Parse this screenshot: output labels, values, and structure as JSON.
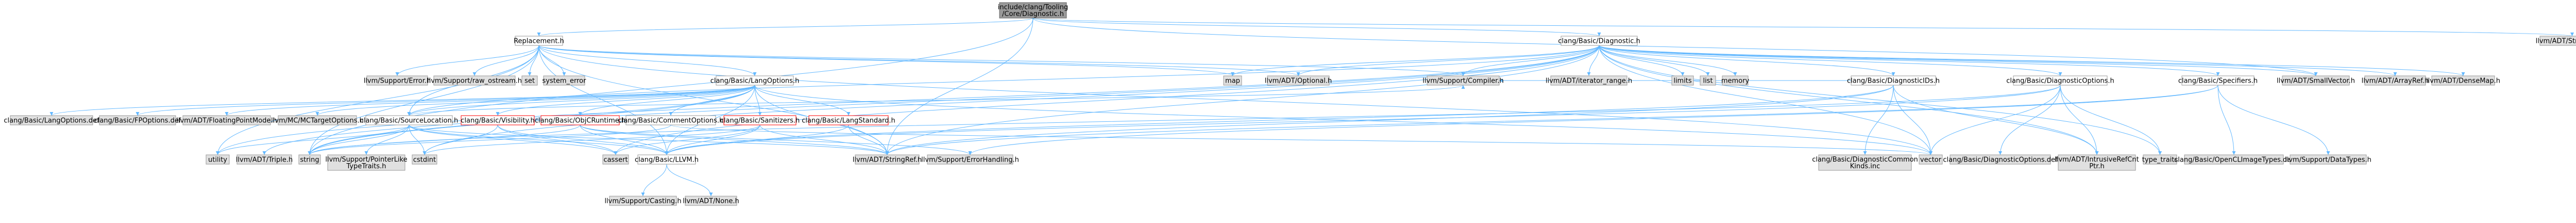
{
  "nodes": [
    {
      "id": "root",
      "lines": [
        "include/clang/Tooling",
        "/Core/Diagnostic.h"
      ],
      "style": "root"
    },
    {
      "id": "replacement",
      "lines": [
        "Replacement.h"
      ],
      "style": "white"
    },
    {
      "id": "diagnostic",
      "lines": [
        "clang/Basic/Diagnostic.h"
      ],
      "style": "white"
    },
    {
      "id": "stringmap",
      "lines": [
        "llvm/ADT/StringMap.h"
      ],
      "style": "plain"
    },
    {
      "id": "smallvector",
      "lines": [
        "llvm/ADT/SmallVector.h"
      ],
      "style": "plain"
    },
    {
      "id": "support_error",
      "lines": [
        "llvm/Support/Error.h"
      ],
      "style": "plain"
    },
    {
      "id": "raw_ostream",
      "lines": [
        "llvm/Support/raw_ostream.h"
      ],
      "style": "plain"
    },
    {
      "id": "set",
      "lines": [
        "set"
      ],
      "style": "plain"
    },
    {
      "id": "system_error",
      "lines": [
        "system_error"
      ],
      "style": "plain"
    },
    {
      "id": "langoptions",
      "lines": [
        "clang/Basic/LangOptions.h"
      ],
      "style": "white"
    },
    {
      "id": "map",
      "lines": [
        "map"
      ],
      "style": "plain"
    },
    {
      "id": "optional",
      "lines": [
        "llvm/ADT/Optional.h"
      ],
      "style": "plain"
    },
    {
      "id": "compiler",
      "lines": [
        "llvm/Support/Compiler.h"
      ],
      "style": "plain"
    },
    {
      "id": "iterator_range",
      "lines": [
        "llvm/ADT/iterator_range.h"
      ],
      "style": "plain"
    },
    {
      "id": "limits",
      "lines": [
        "limits"
      ],
      "style": "plain"
    },
    {
      "id": "list",
      "lines": [
        "list"
      ],
      "style": "plain"
    },
    {
      "id": "memory",
      "lines": [
        "memory"
      ],
      "style": "plain"
    },
    {
      "id": "diagnosticids",
      "lines": [
        "clang/Basic/DiagnosticIDs.h"
      ],
      "style": "white"
    },
    {
      "id": "diagnosticoptions",
      "lines": [
        "clang/Basic/DiagnosticOptions.h"
      ],
      "style": "white"
    },
    {
      "id": "specifiers",
      "lines": [
        "clang/Basic/Specifiers.h"
      ],
      "style": "white"
    },
    {
      "id": "arrayref",
      "lines": [
        "llvm/ADT/ArrayRef.h"
      ],
      "style": "plain"
    },
    {
      "id": "densemap",
      "lines": [
        "llvm/ADT/DenseMap.h"
      ],
      "style": "plain"
    },
    {
      "id": "langoptions_def",
      "lines": [
        "clang/Basic/LangOptions.def"
      ],
      "style": "plain"
    },
    {
      "id": "fpoptions_def",
      "lines": [
        "clang/Basic/FPOptions.def"
      ],
      "style": "plain"
    },
    {
      "id": "floatingpointmode",
      "lines": [
        "llvm/ADT/FloatingPointMode.h"
      ],
      "style": "plain"
    },
    {
      "id": "mctargetoptions",
      "lines": [
        "llvm/MC/MCTargetOptions.h"
      ],
      "style": "plain"
    },
    {
      "id": "sourcelocation",
      "lines": [
        "clang/Basic/SourceLocation.h"
      ],
      "style": "white"
    },
    {
      "id": "visibility",
      "lines": [
        "clang/Basic/Visibility.h"
      ],
      "style": "red"
    },
    {
      "id": "objcruntime",
      "lines": [
        "clang/Basic/ObjCRuntime.h"
      ],
      "style": "red"
    },
    {
      "id": "commentoptions",
      "lines": [
        "clang/Basic/CommentOptions.h"
      ],
      "style": "white"
    },
    {
      "id": "sanitizers",
      "lines": [
        "clang/Basic/Sanitizers.h"
      ],
      "style": "red"
    },
    {
      "id": "langstandard",
      "lines": [
        "clang/Basic/LangStandard.h"
      ],
      "style": "red"
    },
    {
      "id": "utility",
      "lines": [
        "utility"
      ],
      "style": "plain"
    },
    {
      "id": "triple",
      "lines": [
        "llvm/ADT/Triple.h"
      ],
      "style": "plain"
    },
    {
      "id": "string",
      "lines": [
        "string"
      ],
      "style": "plain"
    },
    {
      "id": "pointerlike",
      "lines": [
        "llvm/Support/PointerLike",
        "TypeTraits.h"
      ],
      "style": "plain"
    },
    {
      "id": "cstdint",
      "lines": [
        "cstdint"
      ],
      "style": "plain"
    },
    {
      "id": "cassert",
      "lines": [
        "cassert"
      ],
      "style": "plain"
    },
    {
      "id": "llvm_h",
      "lines": [
        "clang/Basic/LLVM.h"
      ],
      "style": "white"
    },
    {
      "id": "stringref",
      "lines": [
        "llvm/ADT/StringRef.h"
      ],
      "style": "plain"
    },
    {
      "id": "errorhandling",
      "lines": [
        "llvm/Support/ErrorHandling.h"
      ],
      "style": "plain"
    },
    {
      "id": "diagcommonkinds",
      "lines": [
        "clang/Basic/DiagnosticCommon",
        "Kinds.inc"
      ],
      "style": "plain"
    },
    {
      "id": "vector",
      "lines": [
        "vector"
      ],
      "style": "plain"
    },
    {
      "id": "diagoptions_def",
      "lines": [
        "clang/Basic/DiagnosticOptions.def"
      ],
      "style": "plain"
    },
    {
      "id": "intrusiverefcnt",
      "lines": [
        "llvm/ADT/IntrusiveRefCnt",
        "Ptr.h"
      ],
      "style": "plain"
    },
    {
      "id": "type_traits",
      "lines": [
        "type_traits"
      ],
      "style": "plain"
    },
    {
      "id": "openclimagetypes",
      "lines": [
        "clang/Basic/OpenCLImageTypes.def"
      ],
      "style": "plain"
    },
    {
      "id": "datatypes",
      "lines": [
        "llvm/Support/DataTypes.h"
      ],
      "style": "plain"
    },
    {
      "id": "casting",
      "lines": [
        "llvm/Support/Casting.h"
      ],
      "style": "plain"
    },
    {
      "id": "none",
      "lines": [
        "llvm/ADT/None.h"
      ],
      "style": "plain"
    }
  ],
  "edges": [
    [
      "root",
      "replacement"
    ],
    [
      "root",
      "diagnostic"
    ],
    [
      "root",
      "stringmap"
    ],
    [
      "root",
      "smallvector"
    ],
    [
      "root",
      "stringref"
    ],
    [
      "root",
      "string"
    ],
    [
      "replacement",
      "langoptions"
    ],
    [
      "replacement",
      "support_error"
    ],
    [
      "replacement",
      "raw_ostream"
    ],
    [
      "replacement",
      "set"
    ],
    [
      "replacement",
      "system_error"
    ],
    [
      "replacement",
      "map"
    ],
    [
      "replacement",
      "optional"
    ],
    [
      "replacement",
      "compiler"
    ],
    [
      "replacement",
      "stringref"
    ],
    [
      "replacement",
      "string"
    ],
    [
      "replacement",
      "vector"
    ],
    [
      "replacement",
      "utility"
    ],
    [
      "replacement",
      "llvm_h"
    ],
    [
      "replacement",
      "sourcelocation"
    ],
    [
      "diagnostic",
      "diagnosticids"
    ],
    [
      "diagnostic",
      "diagnosticoptions"
    ],
    [
      "diagnostic",
      "specifiers"
    ],
    [
      "diagnostic",
      "sourcelocation"
    ],
    [
      "diagnostic",
      "arrayref"
    ],
    [
      "diagnostic",
      "densemap"
    ],
    [
      "diagnostic",
      "intrusiverefcnt"
    ],
    [
      "diagnostic",
      "optional"
    ],
    [
      "diagnostic",
      "smallvector"
    ],
    [
      "diagnostic",
      "stringref"
    ],
    [
      "diagnostic",
      "iterator_range"
    ],
    [
      "diagnostic",
      "compiler"
    ],
    [
      "diagnostic",
      "cassert"
    ],
    [
      "diagnostic",
      "cstdint"
    ],
    [
      "diagnostic",
      "limits"
    ],
    [
      "diagnostic",
      "list"
    ],
    [
      "diagnostic",
      "map"
    ],
    [
      "diagnostic",
      "memory"
    ],
    [
      "diagnostic",
      "string"
    ],
    [
      "diagnostic",
      "type_traits"
    ],
    [
      "diagnostic",
      "utility"
    ],
    [
      "diagnostic",
      "vector"
    ],
    [
      "langoptions",
      "langoptions_def"
    ],
    [
      "langoptions",
      "fpoptions_def"
    ],
    [
      "langoptions",
      "floatingpointmode"
    ],
    [
      "langoptions",
      "mctargetoptions"
    ],
    [
      "langoptions",
      "sourcelocation"
    ],
    [
      "langoptions",
      "visibility"
    ],
    [
      "langoptions",
      "objcruntime"
    ],
    [
      "langoptions",
      "commentoptions"
    ],
    [
      "langoptions",
      "sanitizers"
    ],
    [
      "langoptions",
      "langstandard"
    ],
    [
      "langoptions",
      "triple"
    ],
    [
      "langoptions",
      "stringref"
    ],
    [
      "langoptions",
      "string"
    ],
    [
      "langoptions",
      "vector"
    ],
    [
      "langoptions",
      "llvm_h"
    ],
    [
      "sourcelocation",
      "llvm_h"
    ],
    [
      "sourcelocation",
      "compiler"
    ],
    [
      "sourcelocation",
      "pointerlike"
    ],
    [
      "sourcelocation",
      "cassert"
    ],
    [
      "sourcelocation",
      "cstdint"
    ],
    [
      "sourcelocation",
      "string"
    ],
    [
      "sourcelocation",
      "utility"
    ],
    [
      "sourcelocation",
      "stringref"
    ],
    [
      "visibility",
      "llvm_h"
    ],
    [
      "visibility",
      "cassert"
    ],
    [
      "visibility",
      "cstdint"
    ],
    [
      "objcruntime",
      "llvm_h"
    ],
    [
      "objcruntime",
      "stringref"
    ],
    [
      "objcruntime",
      "errorhandling"
    ],
    [
      "objcruntime",
      "string"
    ],
    [
      "commentoptions",
      "string"
    ],
    [
      "commentoptions",
      "vector"
    ],
    [
      "sanitizers",
      "llvm_h"
    ],
    [
      "sanitizers",
      "stringref"
    ],
    [
      "sanitizers",
      "cassert"
    ],
    [
      "sanitizers",
      "cstdint"
    ],
    [
      "langstandard",
      "llvm_h"
    ],
    [
      "langstandard",
      "stringref"
    ],
    [
      "diagnosticids",
      "llvm_h"
    ],
    [
      "diagnosticids",
      "intrusiverefcnt"
    ],
    [
      "diagnosticids",
      "stringref"
    ],
    [
      "diagnosticids",
      "diagcommonkinds"
    ],
    [
      "diagnosticids",
      "compiler"
    ],
    [
      "diagnosticids",
      "vector"
    ],
    [
      "diagnosticoptions",
      "llvm_h"
    ],
    [
      "diagnosticoptions",
      "intrusiverefcnt"
    ],
    [
      "diagnosticoptions",
      "diagoptions_def"
    ],
    [
      "diagnosticoptions",
      "string"
    ],
    [
      "diagnosticoptions",
      "type_traits"
    ],
    [
      "diagnosticoptions",
      "vector"
    ],
    [
      "specifiers",
      "stringref"
    ],
    [
      "specifiers",
      "datatypes"
    ],
    [
      "specifiers",
      "errorhandling"
    ],
    [
      "specifiers",
      "openclimagetypes"
    ],
    [
      "llvm_h",
      "casting"
    ],
    [
      "llvm_h",
      "none"
    ]
  ]
}
